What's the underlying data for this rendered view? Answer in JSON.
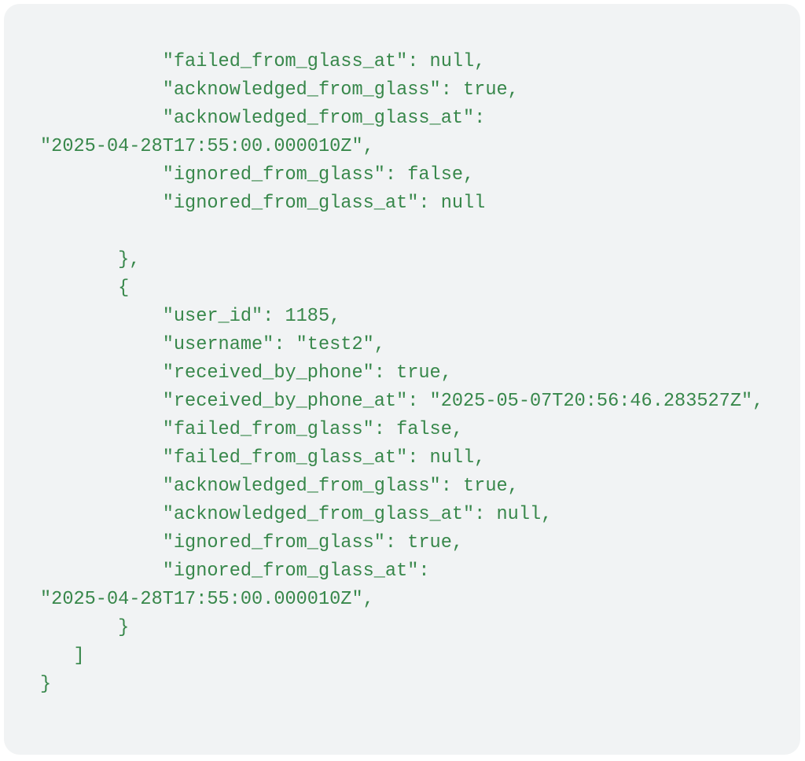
{
  "code_lines": [
    "           \"failed_from_glass_at\": null,",
    "           \"acknowledged_from_glass\": true,",
    "           \"acknowledged_from_glass_at\":",
    "\"2025-04-28T17:55:00.000010Z\",",
    "           \"ignored_from_glass\": false,",
    "           \"ignored_from_glass_at\": null",
    "",
    "       },",
    "       {",
    "           \"user_id\": 1185,",
    "           \"username\": \"test2\",",
    "           \"received_by_phone\": true,",
    "           \"received_by_phone_at\": \"2025-05-07T20:56:46.283527Z\",",
    "           \"failed_from_glass\": false,",
    "           \"failed_from_glass_at\": null,",
    "           \"acknowledged_from_glass\": true,",
    "           \"acknowledged_from_glass_at\": null,",
    "           \"ignored_from_glass\": true,",
    "           \"ignored_from_glass_at\":",
    "\"2025-04-28T17:55:00.000010Z\",",
    "       }",
    "   ]",
    "}"
  ],
  "colors": {
    "text": "#37874a",
    "background": "#f1f3f4"
  }
}
